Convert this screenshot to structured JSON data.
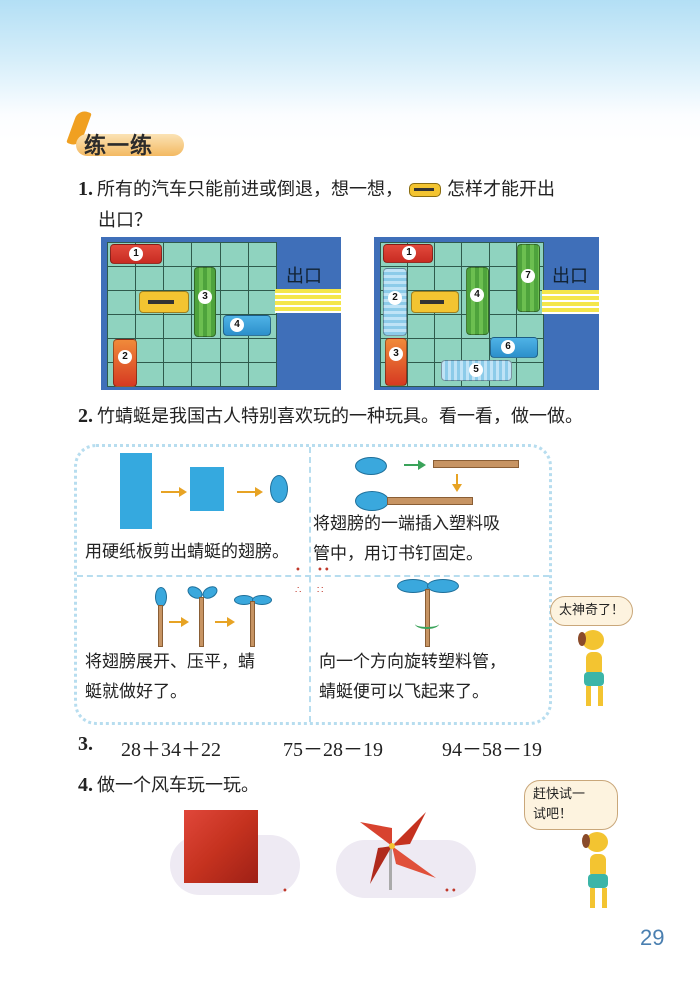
{
  "section": {
    "title": "练一练",
    "icon": "feather-icon"
  },
  "q1": {
    "number": "1.",
    "text_before": "所有的汽车只能前进或倒退，想一想，",
    "text_after": "怎样才能开出",
    "text_line2": "出口？",
    "target_car_icon": "yellow-car-icon",
    "puzzle_a": {
      "exit_label": "出口",
      "cars": [
        {
          "id": "1",
          "color": "red",
          "orientation": "horizontal"
        },
        {
          "id": "2",
          "color": "orange",
          "orientation": "vertical"
        },
        {
          "id": "3",
          "color": "green",
          "orientation": "vertical"
        },
        {
          "id": "4",
          "color": "blue",
          "orientation": "horizontal"
        },
        {
          "id": "target",
          "color": "yellow",
          "orientation": "horizontal"
        }
      ]
    },
    "puzzle_b": {
      "exit_label": "出口",
      "cars": [
        {
          "id": "1",
          "color": "red",
          "orientation": "horizontal"
        },
        {
          "id": "2",
          "color": "lightblue",
          "orientation": "vertical"
        },
        {
          "id": "3",
          "color": "orange",
          "orientation": "vertical"
        },
        {
          "id": "4",
          "color": "green",
          "orientation": "vertical"
        },
        {
          "id": "5",
          "color": "lightblue",
          "orientation": "horizontal"
        },
        {
          "id": "6",
          "color": "blue",
          "orientation": "horizontal"
        },
        {
          "id": "7",
          "color": "green",
          "orientation": "vertical"
        },
        {
          "id": "target",
          "color": "yellow",
          "orientation": "horizontal"
        }
      ]
    }
  },
  "q2": {
    "number": "2.",
    "text": "竹蜻蜓是我国古人特别喜欢玩的一种玩具。看一看，做一做。",
    "steps": [
      {
        "text": "用硬纸板剪出蜻蜓的翅膀。",
        "difficulty_dots": "•"
      },
      {
        "text_line1": "将翅膀的一端插入塑料吸",
        "text_line2": "管中，用订书钉固定。",
        "difficulty_dots": "••"
      },
      {
        "text_line1": "将翅膀展开、压平，蜻",
        "text_line2": "蜓就做好了。",
        "difficulty_dots": "∴"
      },
      {
        "text_line1": "向一个方向旋转塑料管，",
        "text_line2": "蜻蜓便可以飞起来了。",
        "difficulty_dots": "∷"
      }
    ],
    "mascot_speech": "太神奇了！"
  },
  "q3": {
    "number": "3.",
    "expressions": [
      "28＋34＋22",
      "75－28－19",
      "94－58－19"
    ]
  },
  "q4": {
    "number": "4.",
    "text": "做一个风车玩一玩。",
    "mascot_speech_line1": "赶快试一",
    "mascot_speech_line2": "试吧！",
    "figure_dots": [
      "•",
      "••"
    ]
  },
  "page_number": "29",
  "colors": {
    "header_gradient_top": "#b3dff5",
    "puzzle_border": "#3f6fb9",
    "grid_cell": "#8fd3bf",
    "wing_blue": "#3aa8dd",
    "pinwheel_red": "#c5321f",
    "page_number": "#4a7fb0"
  }
}
